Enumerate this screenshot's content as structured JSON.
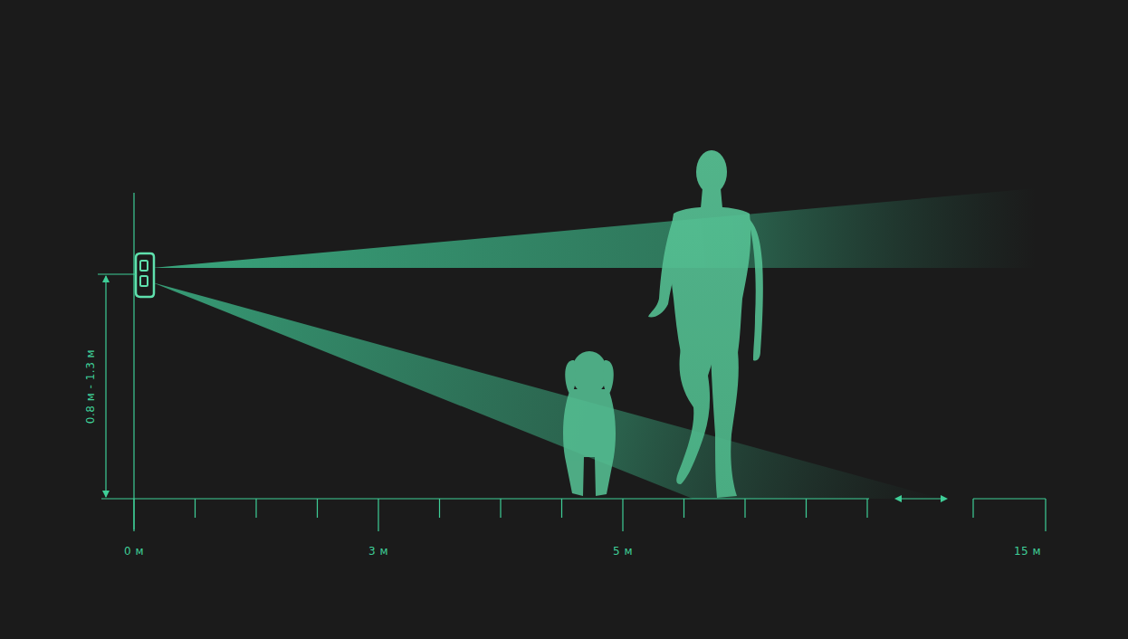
{
  "diagram": {
    "labels": [
      "0.8 м - 1.3 м",
      "0 м",
      "3 м",
      "5 м",
      "15 м"
    ]
  }
}
